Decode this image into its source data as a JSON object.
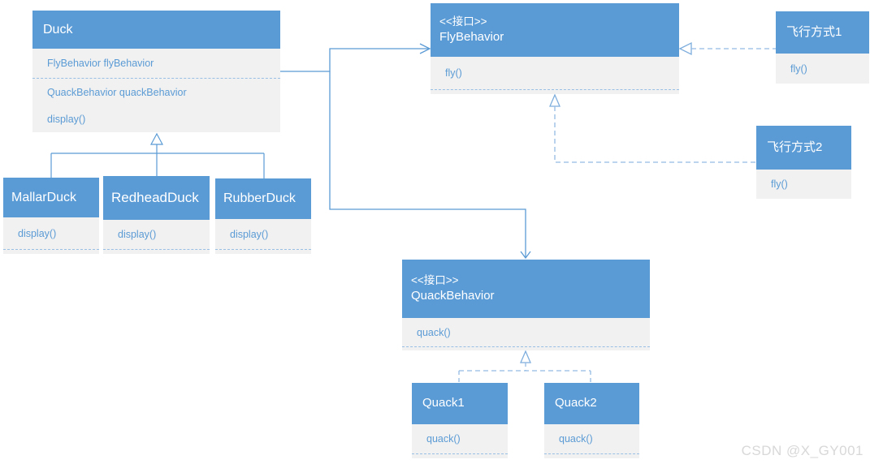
{
  "watermark": "CSDN @X_GY001",
  "colors": {
    "header_blue": "#5B9BD5",
    "body_gray": "#F1F1F1",
    "body_text_blue": "#5B9BD5",
    "solid_line_blue": "#5B9BD5",
    "dashed_line_blue": "#95BBE3",
    "watermark_gray": "#D8D8D8"
  },
  "classes": {
    "duck": {
      "name": "Duck",
      "rows": [
        "FlyBehavior flyBehavior",
        "QuackBehavior quackBehavior",
        "display()"
      ]
    },
    "flybehavior": {
      "stereotype": "<<接口>>",
      "name": "FlyBehavior",
      "rows": [
        "fly()"
      ]
    },
    "fly1": {
      "name": "飞行方式1",
      "rows": [
        "fly()"
      ]
    },
    "fly2": {
      "name": "飞行方式2",
      "rows": [
        "fly()"
      ]
    },
    "mallarduck": {
      "name": "MallarDuck",
      "rows": [
        "display()"
      ]
    },
    "redheadduck": {
      "name": "RedheadDuck",
      "rows": [
        "display()"
      ]
    },
    "rubberduck": {
      "name": "RubberDuck",
      "rows": [
        "display()"
      ]
    },
    "quackbehavior": {
      "stereotype": "<<接口>>",
      "name": "QuackBehavior",
      "rows": [
        "quack()"
      ]
    },
    "quack1": {
      "name": "Quack1",
      "rows": [
        "quack()"
      ]
    },
    "quack2": {
      "name": "Quack2",
      "rows": [
        "quack()"
      ]
    }
  },
  "relations": [
    {
      "from": "Duck",
      "to": "FlyBehavior",
      "type": "association-open-arrow"
    },
    {
      "from": "Duck",
      "to": "QuackBehavior",
      "type": "association-open-arrow"
    },
    {
      "from": "MallarDuck",
      "to": "Duck",
      "type": "generalization"
    },
    {
      "from": "RedheadDuck",
      "to": "Duck",
      "type": "generalization"
    },
    {
      "from": "RubberDuck",
      "to": "Duck",
      "type": "generalization"
    },
    {
      "from": "飞行方式1",
      "to": "FlyBehavior",
      "type": "realization-dashed"
    },
    {
      "from": "飞行方式2",
      "to": "FlyBehavior",
      "type": "realization-dashed"
    },
    {
      "from": "Quack1",
      "to": "QuackBehavior",
      "type": "realization-dashed"
    },
    {
      "from": "Quack2",
      "to": "QuackBehavior",
      "type": "realization-dashed"
    }
  ]
}
